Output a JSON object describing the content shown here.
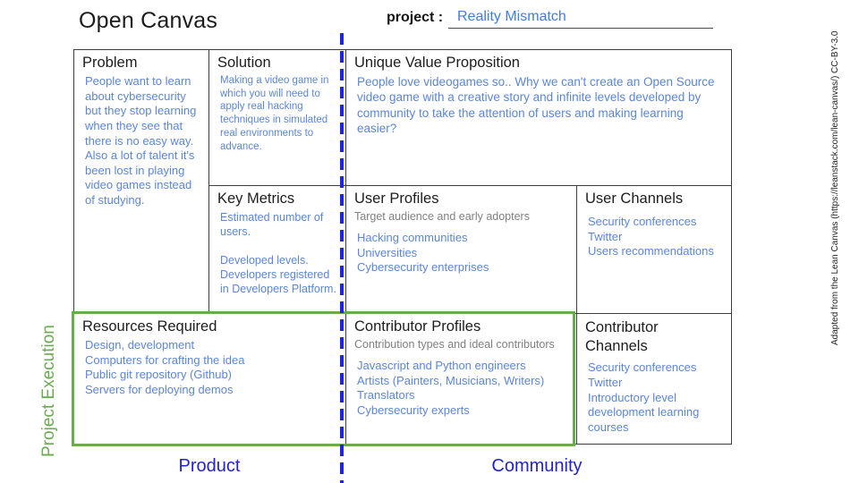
{
  "header": {
    "title": "Open Canvas",
    "project_label": "project :",
    "project_name": "Reality Mismatch"
  },
  "canvas": {
    "problem": {
      "title": "Problem",
      "body": "People want to learn about cybersecurity but they stop learning when they see that there is no easy way.  Also a lot of talent it's been lost in playing video games instead of studying."
    },
    "solution": {
      "title": "Solution",
      "body": "Making a video game in which you will need to apply real hacking techniques in simulated real environments to advance."
    },
    "unique_value_proposition": {
      "title": "Unique Value Proposition",
      "body": "People love videogames so.. Why we can't create an Open Source video game with a creative story and infinite levels developed by community to take the attention of users and making learning easier?"
    },
    "key_metrics": {
      "title": "Key Metrics",
      "paragraphs": [
        "Estimated number of users.",
        "",
        "Developed levels. Developers registered in Developers Platform."
      ]
    },
    "user_profiles": {
      "title": "User Profiles",
      "subtitle": "Target audience and early adopters",
      "items": [
        "Hacking communities",
        "Universities",
        "Cybersecurity enterprises"
      ]
    },
    "user_channels": {
      "title": "User Channels",
      "items": [
        "Security conferences",
        "Twitter",
        "Users recommendations"
      ]
    },
    "resources_required": {
      "title": "Resources Required",
      "items": [
        "Design, development",
        "Computers for crafting the idea",
        "Public git repository (Github)",
        "Servers for deploying demos"
      ]
    },
    "contributor_profiles": {
      "title": "Contributor Profiles",
      "subtitle": "Contribution types and ideal contributors",
      "items": [
        "Javascript and Python engineers",
        "Artists (Painters, Musicians, Writers)",
        "Translators",
        "Cybersecurity experts"
      ]
    },
    "contributor_channels": {
      "title": "Contributor\nChannels",
      "items": [
        "Security conferences",
        "Twitter",
        "Introductory level development learning courses"
      ]
    }
  },
  "labels": {
    "left_vertical": "Project Execution",
    "right_vertical": "Adapted from the Lean Canvas (https://leanstack.com/lean-canvas/) CC-BY-3.0",
    "bottom_left": "Product",
    "bottom_right": "Community"
  },
  "colors": {
    "body_blue": "#5b86d7",
    "project_blue": "#3f7de0",
    "divider_blue": "#2323d9",
    "green": "#6aab50",
    "subtitle_gray": "#808080"
  }
}
